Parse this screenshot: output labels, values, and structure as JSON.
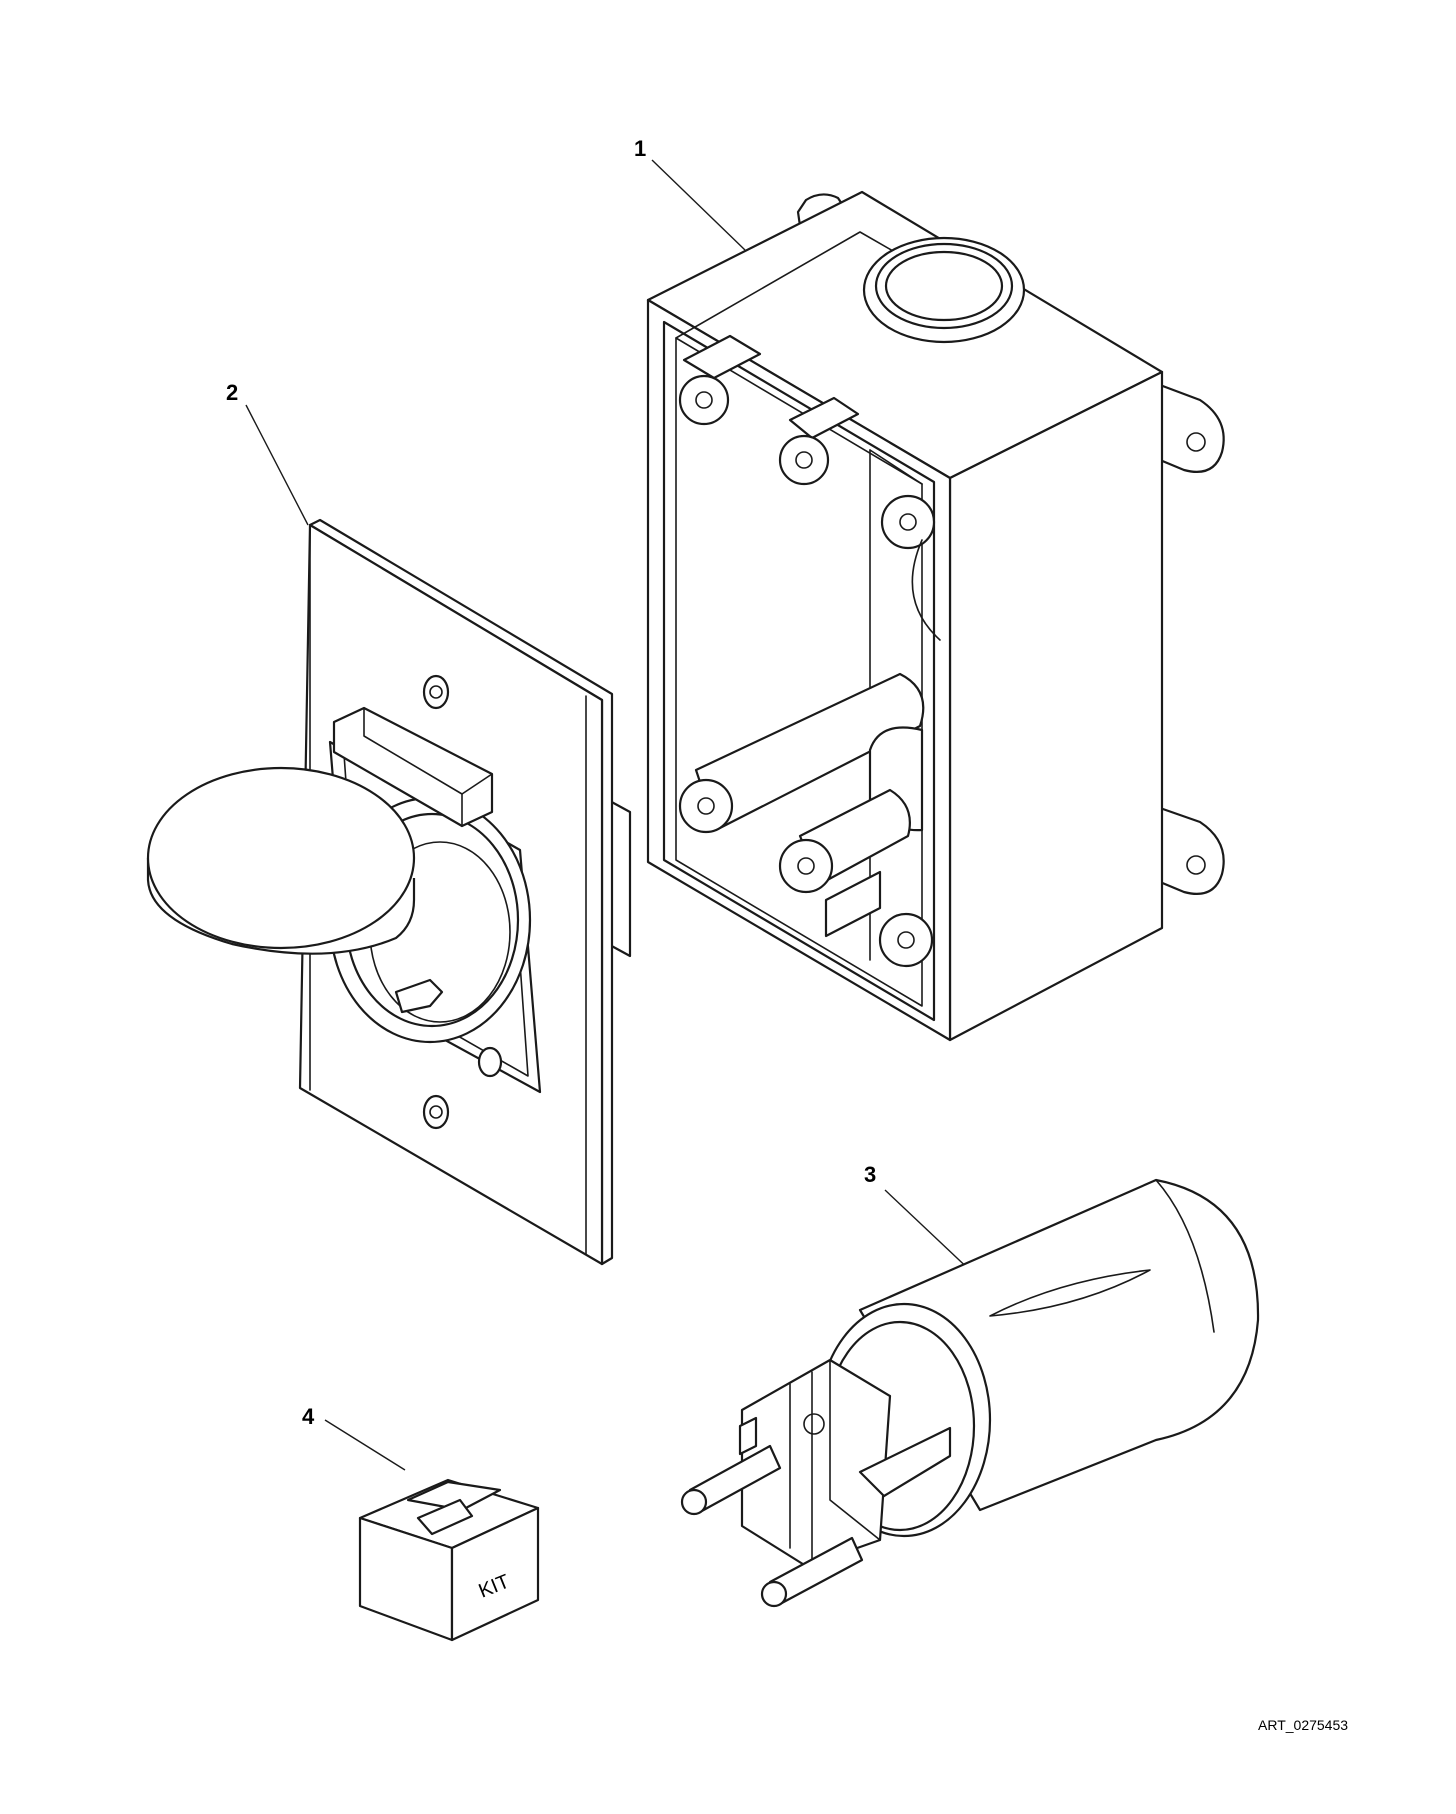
{
  "callouts": {
    "item_1": "1",
    "item_2": "2",
    "item_3": "3",
    "item_4": "4"
  },
  "kit_label": "KIT",
  "art_code": "ART_0275453"
}
